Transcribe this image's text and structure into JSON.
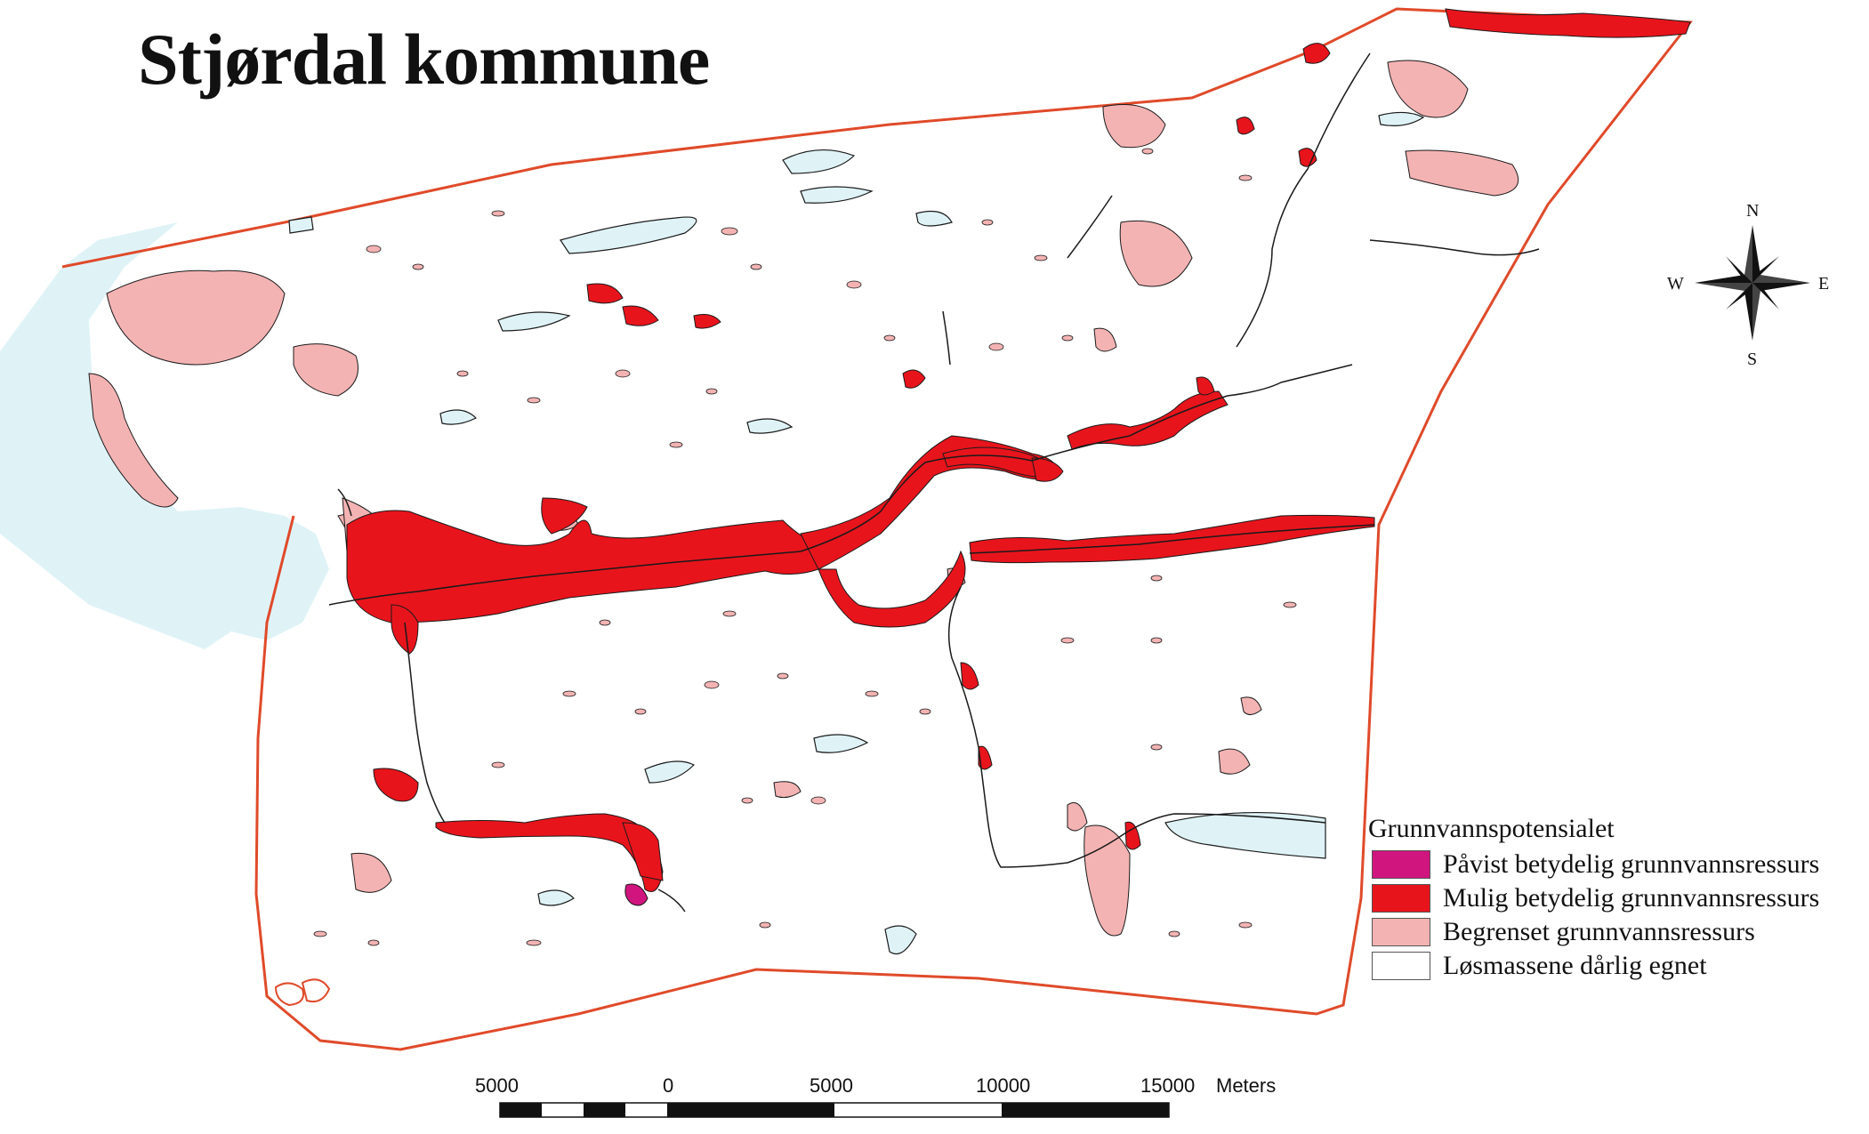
{
  "title": "Stjørdal kommune",
  "colors": {
    "sea": "#dff3f7",
    "border": "#e04a2a",
    "mulig": "#e8141c",
    "begrenset": "#f4b3b3",
    "pavist": "#d0157e",
    "lake": "#dff3f7"
  },
  "legend": {
    "title": "Grunnvannspotensialet",
    "items": [
      {
        "label": "Påvist betydelig grunnvannsressurs",
        "color": "#d0157e"
      },
      {
        "label": "Mulig betydelig grunnvannsressurs",
        "color": "#e8141c"
      },
      {
        "label": "Begrenset grunnvannsressurs",
        "color": "#f4b3b3"
      },
      {
        "label": "Løsmassene dårlig egnet",
        "color": "#ffffff"
      }
    ]
  },
  "compass": {
    "n": "N",
    "s": "S",
    "e": "E",
    "w": "W"
  },
  "scale": {
    "ticks": [
      "5000",
      "0",
      "5000",
      "10000",
      "15000"
    ],
    "unit": "Meters"
  }
}
